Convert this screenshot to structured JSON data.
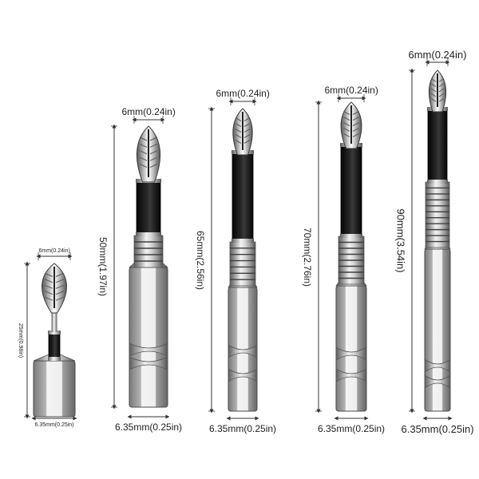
{
  "colors": {
    "background": "#ffffff",
    "metal_light": "#e6e6e6",
    "metal_dark": "#6a6a6a",
    "band_black": "#111111",
    "dimension_line": "#333333"
  },
  "bits": [
    {
      "name": "bit-25mm",
      "tip_width": "6mm(0.24in)",
      "length": "25mm(0.98in)",
      "shank_width": "6.35mm(0.25in)"
    },
    {
      "name": "bit-50mm",
      "tip_width": "6mm(0.24in)",
      "length": "50mm(1.97in)",
      "shank_width": "6.35mm(0.25in)"
    },
    {
      "name": "bit-65mm",
      "tip_width": "6mm(0.24in)",
      "length": "65mm(2.56in)",
      "shank_width": "6.35mm(0.25in)"
    },
    {
      "name": "bit-70mm",
      "tip_width": "6mm(0.24in)",
      "length": "70mm(2.76in)",
      "shank_width": "6.35mm(0.25in)"
    },
    {
      "name": "bit-90mm",
      "tip_width": "6mm(0.24in)",
      "length": "90mm(3.54in)",
      "shank_width": "6.35mm(0.25in)"
    }
  ]
}
